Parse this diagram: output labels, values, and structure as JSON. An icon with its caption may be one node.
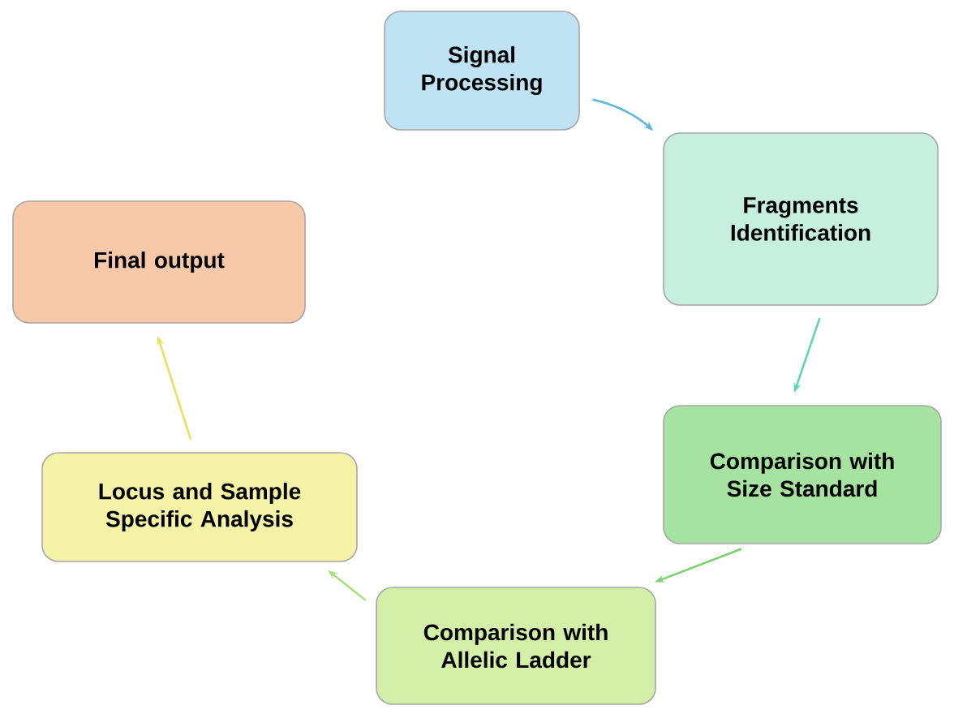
{
  "diagram": {
    "nodes": [
      {
        "text": [
          "Signal Processing"
        ]
      },
      {
        "text": [
          "Fragments Identification"
        ]
      },
      {
        "text": [
          "Comparison with Size Standard"
        ]
      },
      {
        "text": [
          "Comparison with Allelic Ladder"
        ]
      },
      {
        "text": [
          "Locus and Sample Specific Analysis"
        ]
      },
      {
        "text": [
          "Final output"
        ]
      }
    ],
    "edges": [
      {
        "from": 0,
        "to": 1,
        "arrow": "to",
        "color": "#5bb8d8"
      },
      {
        "from": 1,
        "to": 2,
        "arrow": "to",
        "color": "#5dd6b0"
      },
      {
        "from": 2,
        "to": 3,
        "arrow": "to",
        "color": "#7dd070"
      },
      {
        "from": 3,
        "to": 4,
        "arrow": "to",
        "color": "#a8e080"
      },
      {
        "from": 4,
        "to": 5,
        "arrow": "to",
        "color": "#e8e060"
      }
    ]
  }
}
